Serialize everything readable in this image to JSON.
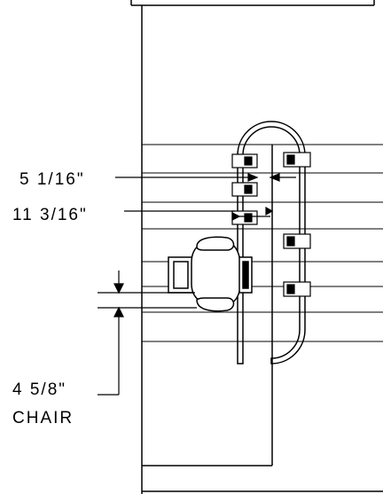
{
  "dimensions": {
    "width_5_1_16": "5 1/16\"",
    "width_11_3_16": "11 3/16\"",
    "offset_4_5_8": "4 5/8\"",
    "chair_caption": "CHAIR"
  },
  "colors": {
    "line": "#000000",
    "background": "#ffffff"
  }
}
